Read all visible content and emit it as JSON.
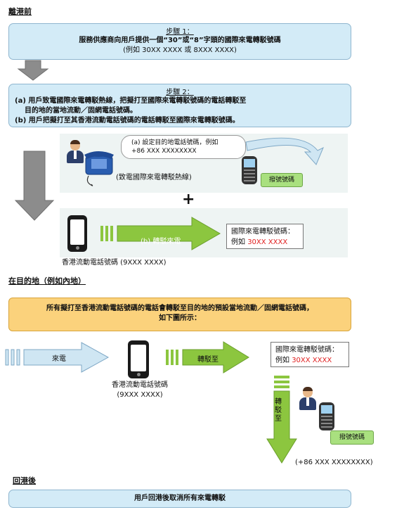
{
  "sections": {
    "before": "離港前",
    "at_destination": "在目的地（例如內地）",
    "after": "回港後"
  },
  "step1": {
    "title": "步驟 1：",
    "line1": "服務供應商向用戶提供一個“30”或“8”字頭的國際來電轉駁號碼",
    "line2": "(例如 30XX XXXX 或 8XXX XXXX)"
  },
  "step2": {
    "title": "步驟 2：",
    "line1": "(a) 用戶致電國際來電轉駁熱線，把擬打至國際來電轉駁號碼的電話轉駁至",
    "line2": "目的地的當地流動／固網電話號碼。",
    "line3": "(b) 用戶把擬打至其香港流動電話號碼的電話轉駁至國際來電轉駁號碼。"
  },
  "panel_a": {
    "bubble_line1": "(a) 設定目的地電話號碼，例如",
    "bubble_line2": "+86 XXX XXXXXXXX",
    "hotline_label": "(致電國際來電轉駁熱線)",
    "dial_label": "撥號號碼"
  },
  "plus": "+",
  "panel_b": {
    "forward_label": "(b) 轉駁來電",
    "info_title": "國際來電轉駁號碼：",
    "info_prefix": "例如 ",
    "info_value": "30XX XXXX",
    "phone_label": "香港流動電話號碼 (9XXX XXXX)"
  },
  "destination": {
    "banner_line1": "所有擬打至香港流動電話號碼的電話會轉駁至目的地的預設當地流動／固網電話號碼，",
    "banner_line2": "如下圖所示：",
    "incoming_label": "來電",
    "forward_label": "轉駁至",
    "info_title": "國際來電轉駁號碼：",
    "info_prefix": "例如 ",
    "info_value": "30XX XXXX",
    "phone_label_line1": "香港流動電話號碼",
    "phone_label_line2": "(9XXX XXXX)",
    "down_label": "轉駁至",
    "dial_label": "撥號號碼",
    "dest_number": "(+86 XXX XXXXXXXX)"
  },
  "after_box": "用戶回港後取消所有來電轉駁",
  "colors": {
    "blue_box": "#d3ebf7",
    "orange_box": "#fbd27c",
    "green_arrow": "#8cc63f",
    "blue_arrow": "#cfe6f3",
    "red_text": "#e02020"
  }
}
